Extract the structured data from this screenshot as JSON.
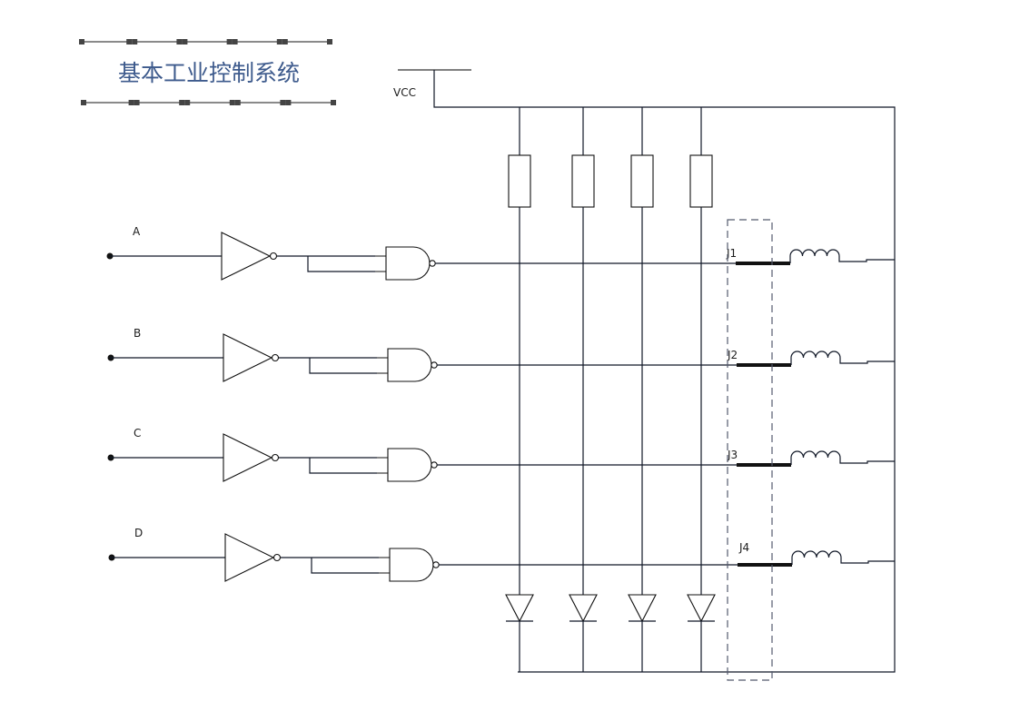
{
  "title": "基本工业控制系统",
  "supply": {
    "label": "VCC"
  },
  "inputs": [
    {
      "label": "A"
    },
    {
      "label": "B"
    },
    {
      "label": "C"
    },
    {
      "label": "D"
    }
  ],
  "relays": [
    {
      "label": "J1"
    },
    {
      "label": "J2"
    },
    {
      "label": "J3"
    },
    {
      "label": "J4"
    }
  ],
  "components": {
    "inverters": 4,
    "nand_gates": 4,
    "resistors": 4,
    "diodes": 4,
    "coils": 4
  },
  "colors": {
    "title": "#3d5a8c",
    "wire": "#111827",
    "dashed_box": "#555b6e"
  }
}
